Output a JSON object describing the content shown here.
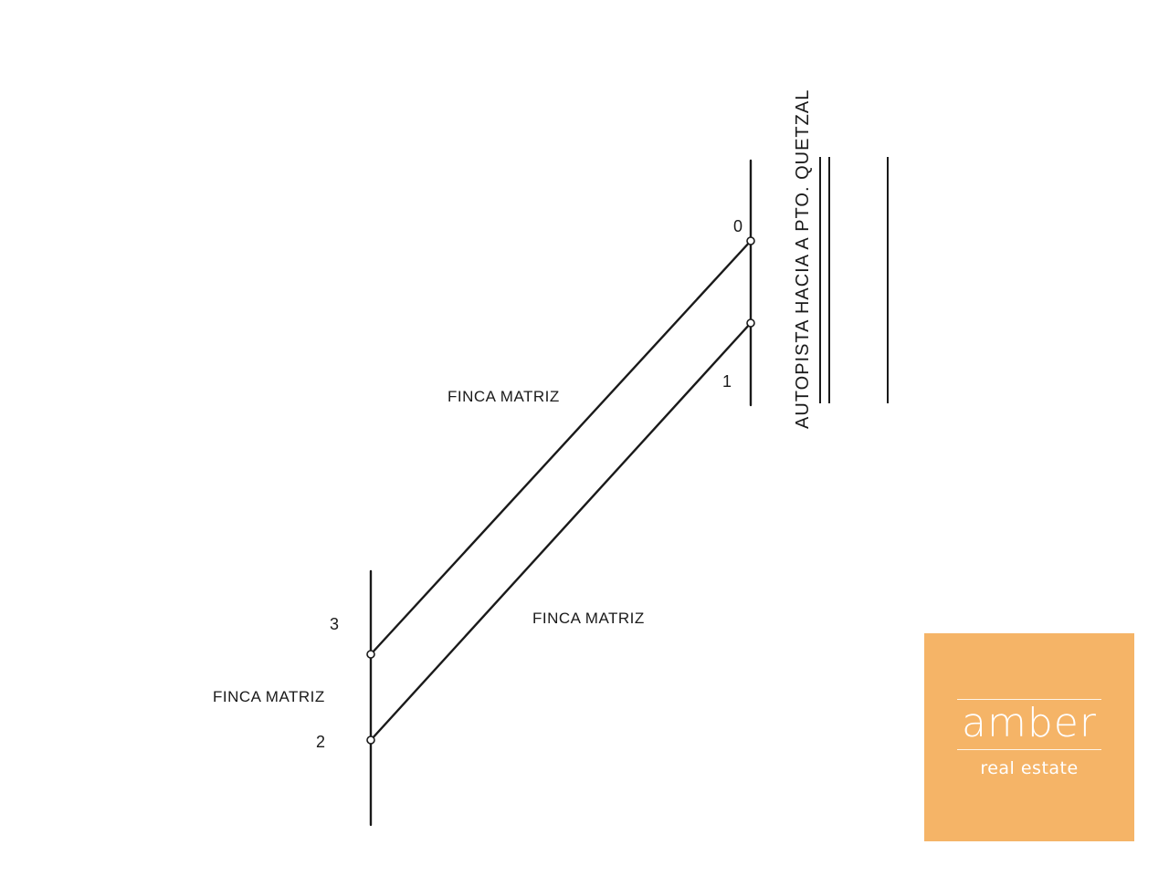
{
  "diagram": {
    "areas": {
      "top": "FINCA MATRIZ",
      "bottom": "FINCA MATRIZ",
      "left": "FINCA MATRIZ"
    },
    "points": {
      "p0": "0",
      "p1": "1",
      "p2": "2",
      "p3": "3"
    },
    "road_label": "AUTOPISTA HACIA A PTO. QUETZAL"
  },
  "logo": {
    "brand": "amber",
    "tagline": "real estate",
    "background_color": "#f5b467"
  }
}
